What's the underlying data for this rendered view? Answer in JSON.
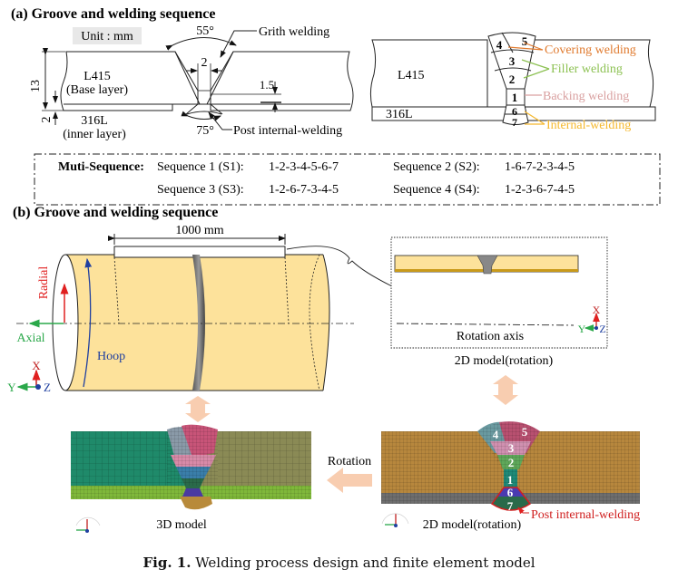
{
  "panel_a": {
    "title": "(a) Groove and welding sequence",
    "unit_label": "Unit : mm",
    "left_diagram": {
      "base_layer_name": "L415",
      "base_layer_desc": "(Base layer)",
      "inner_layer_name": "316L",
      "inner_layer_desc": "(inner layer)",
      "dim_thickness": "13",
      "dim_inner": "2",
      "dim_gap": "2",
      "dim_root": "1.5",
      "angle_top": "55°",
      "angle_bottom": "75°",
      "label_girth": "Grith welding",
      "label_post": "Post internal-welding"
    },
    "right_diagram": {
      "base_layer_name": "L415",
      "inner_layer_name": "316L",
      "pass_numbers": [
        "1",
        "2",
        "3",
        "4",
        "5",
        "6",
        "7"
      ],
      "labels": [
        {
          "text": "Covering welding",
          "color": "#e07a2e"
        },
        {
          "text": "Filler welding",
          "color": "#8cc152"
        },
        {
          "text": "Backing welding",
          "color": "#d9a0a0"
        },
        {
          "text": "Internal-welding",
          "color": "#f5b82e"
        }
      ]
    },
    "sequence_box": {
      "heading": "Muti-Sequence:",
      "sequences": [
        {
          "name": "Sequence 1 (S1):",
          "order": "1-2-3-4-5-6-7"
        },
        {
          "name": "Sequence 2 (S2):",
          "order": "1-6-7-2-3-4-5"
        },
        {
          "name": "Sequence 3 (S3):",
          "order": "1-2-6-7-3-4-5"
        },
        {
          "name": "Sequence 4 (S4):",
          "order": "1-2-3-6-7-4-5"
        }
      ]
    }
  },
  "panel_b": {
    "title": "(b) Groove and welding sequence",
    "length_label": "1000 mm",
    "radial_label": "Radial",
    "axial_label": "Axial",
    "hoop_label": "Hoop",
    "axis_x": "X",
    "axis_y": "Y",
    "axis_z": "Z",
    "inset_rotation_axis": "Rotation axis",
    "inset_caption": "2D model(rotation)",
    "model3d_caption": "3D model",
    "model2d_caption": "2D model(rotation)",
    "rotation_label": "Rotation",
    "post_label": "Post internal-welding",
    "mesh_pass_numbers": [
      "1",
      "2",
      "3",
      "4",
      "5",
      "6",
      "7"
    ]
  },
  "colors": {
    "pipe_fill": "#fde29b",
    "weld_gray": "#7a7a7a",
    "mesh_base": "#b7873d",
    "mesh_inner": "#6e6e6e",
    "mesh3d_left": "#1f8a6a",
    "mesh3d_right": "#8a8a55",
    "mesh3d_inner": "#7fb83a",
    "radial": "#e02020",
    "axial": "#2aa84a",
    "hoop": "#2040a0",
    "post_red": "#d02020",
    "arrow_peach": "#f8cdb0"
  },
  "caption": {
    "fig": "Fig. 1.",
    "text": "Welding process design and finite element model"
  }
}
